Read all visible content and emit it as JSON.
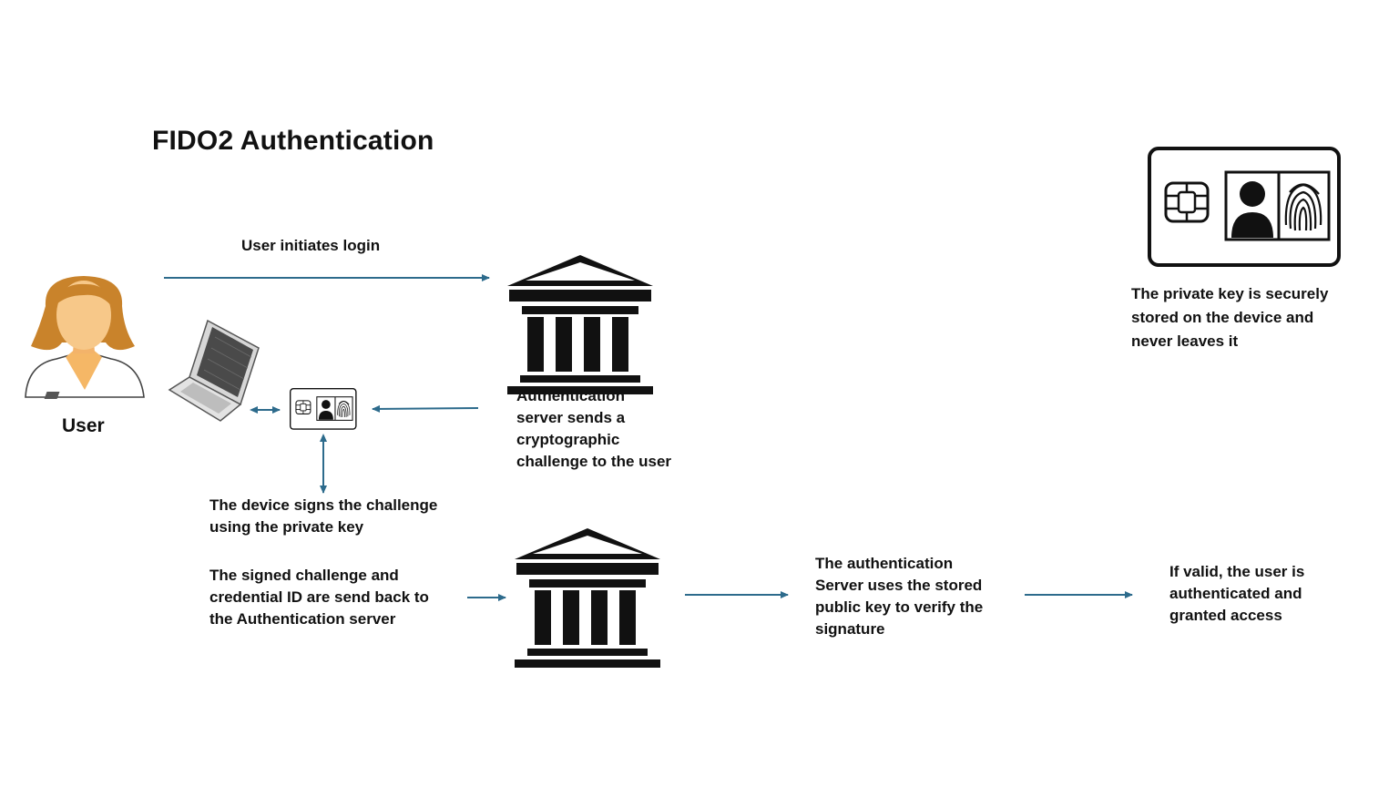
{
  "title": "FIDO2 Authentication",
  "user": {
    "label": "User"
  },
  "steps": {
    "initiate_login": "User initiates login",
    "challenge": [
      "Authentication",
      "server sends a",
      "cryptographic",
      "challenge to the user"
    ],
    "sign": [
      "The device signs the challenge",
      "using the private key"
    ],
    "send_back": [
      "The signed challenge and",
      "credential ID are send back to",
      "the Authentication server"
    ],
    "verify": [
      "The authentication",
      "Server uses the stored",
      "public key to verify the",
      "signature"
    ],
    "result": [
      "If valid, the user is",
      "authenticated and",
      "granted access"
    ]
  },
  "key_note": [
    "The private key is securely",
    "stored on the device and",
    "never leaves it"
  ],
  "colors": {
    "arrow": "#2d6b8c",
    "ink": "#111111",
    "skin": "#f7c889",
    "hair": "#c9832b"
  }
}
